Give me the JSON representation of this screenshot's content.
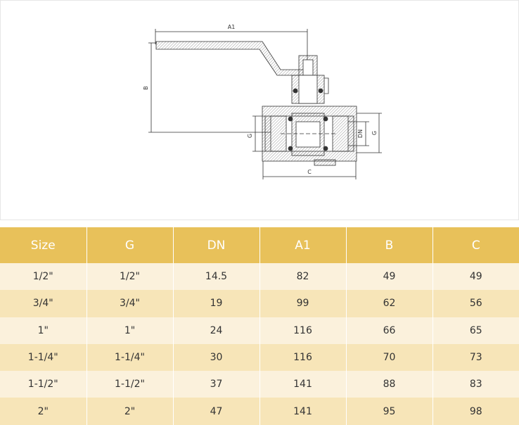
{
  "drawing": {
    "labels": {
      "a1": "A1",
      "b": "B",
      "g_left": "G",
      "dn": "DN",
      "g_right": "G",
      "c": "C"
    }
  },
  "table": {
    "headers": [
      "Size",
      "G",
      "DN",
      "A1",
      "B",
      "C"
    ],
    "rows": [
      [
        "1/2\"",
        "1/2\"",
        "14.5",
        "82",
        "49",
        "49"
      ],
      [
        "3/4\"",
        "3/4\"",
        "19",
        "99",
        "62",
        "56"
      ],
      [
        "1\"",
        "1\"",
        "24",
        "116",
        "66",
        "65"
      ],
      [
        "1-1/4\"",
        "1-1/4\"",
        "30",
        "116",
        "70",
        "73"
      ],
      [
        "1-1/2\"",
        "1-1/2\"",
        "37",
        "141",
        "88",
        "83"
      ],
      [
        "2\"",
        "2\"",
        "47",
        "141",
        "95",
        "98"
      ]
    ]
  },
  "colors": {
    "header_bg": "#e8c15a",
    "row_light": "#fbf1dc",
    "row_dark": "#f7e5b8"
  }
}
